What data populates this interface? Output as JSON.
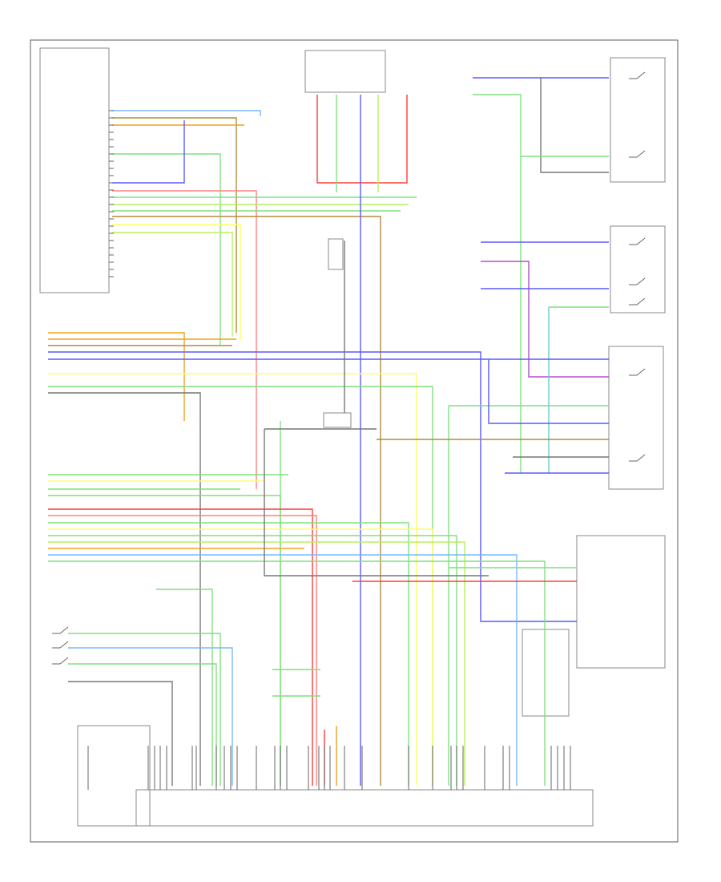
{
  "diagram": {
    "colors": {
      "red": "#ff3b3b",
      "green": "#7fe07f",
      "yellow": "#ffff66",
      "blue": "#5a5aff",
      "lightblue": "#79b8ff",
      "orange": "#f0a020",
      "brown": "#b58a3c",
      "purple": "#b050c8",
      "pink": "#ff8080",
      "gray": "#777777",
      "teal": "#66cccc",
      "lime": "#b8f05a"
    },
    "footer_label": "",
    "components": [
      "control-module-left",
      "ignition-switch-top",
      "relay-top-center",
      "door-switch-top-right",
      "front-left-door-switch",
      "front-right-door-switch",
      "lock-actuator-right",
      "rear-door-switch-right",
      "door-lock-module-right",
      "left-rear-door-switch",
      "lower-connector-block",
      "ground-center"
    ]
  }
}
